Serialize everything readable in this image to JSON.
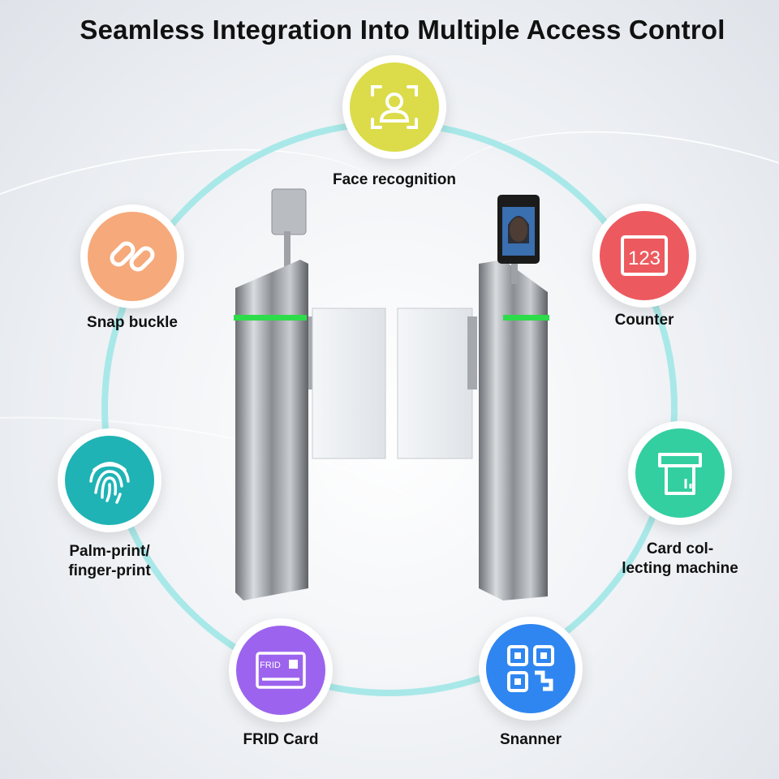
{
  "title": "Seamless Integration Into Multiple Access Control",
  "features": {
    "face": {
      "label": "Face recognition",
      "icon": "face-scan-icon",
      "color": "#dcdc4a"
    },
    "counter": {
      "label": "Counter",
      "icon": "counter-123-icon",
      "icon_text": "123",
      "color": "#ec5a5f"
    },
    "card_collect": {
      "label": "Card col-\nlecting machine",
      "icon": "card-slot-icon",
      "color": "#33cfa0"
    },
    "scanner": {
      "label": "Snanner",
      "icon": "qr-code-icon",
      "color": "#2f86f0"
    },
    "frid": {
      "label": "FRID Card",
      "icon": "frid-card-icon",
      "icon_text": "FRID",
      "color": "#9c64ee"
    },
    "palm": {
      "label": "Palm-print/\nfinger-print",
      "icon": "fingerprint-icon",
      "color": "#1fb3b5"
    },
    "snap": {
      "label": "Snap buckle",
      "icon": "chain-link-icon",
      "color": "#f6a97a"
    }
  },
  "colors": {
    "ring": "#a9e8e8",
    "gate_led": "#2ddc4a"
  }
}
